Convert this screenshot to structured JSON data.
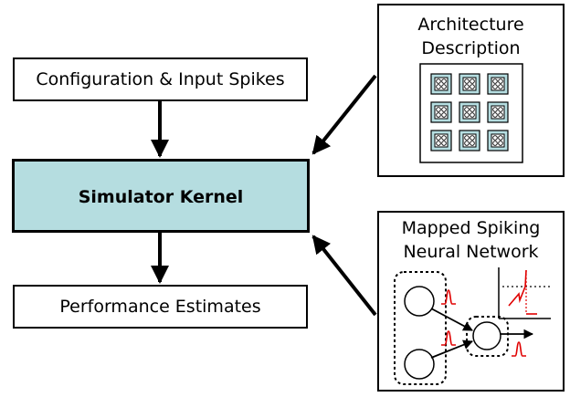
{
  "config_box": {
    "label": "Configuration & Input Spikes"
  },
  "kernel_box": {
    "label": "Simulator Kernel"
  },
  "performance_box": {
    "label": "Performance Estimates"
  },
  "architecture_box": {
    "title_line1": "Architecture",
    "title_line2": "Description"
  },
  "snn_box": {
    "title_line1": "Mapped Spiking",
    "title_line2": "Neural Network"
  },
  "colors": {
    "kernel_fill": "#b5dde0",
    "tile_fill": "#b5dde0",
    "spike_red": "#e00000",
    "border": "#000000"
  }
}
